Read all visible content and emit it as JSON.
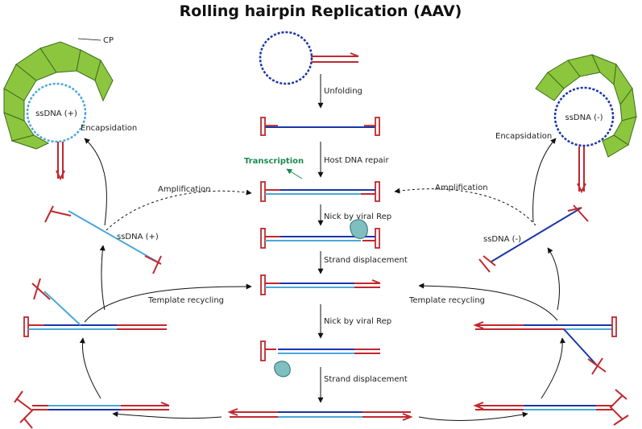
{
  "title": "Rolling hairpin Replication (AAV)",
  "labels": {
    "cp": "CP",
    "ssdna_plus_capsid": "ssDNA (+)",
    "ssdna_minus_capsid": "ssDNA (-)",
    "encapsidation_left": "Encapsidation",
    "encapsidation_right": "Encapsidation",
    "unfolding": "Unfolding",
    "host_repair": "Host DNA repair",
    "transcription": "Transcription",
    "amplification_left": "Amplification",
    "amplification_right": "Amplification",
    "nick1": "Nick by viral Rep",
    "strand_disp1": "Strand displacement",
    "nick2": "Nick by viral Rep",
    "strand_disp2": "Strand displacement",
    "template_left": "Template recycling",
    "template_right": "Template recycling",
    "ssdna_plus": "ssDNA (+)",
    "ssdna_minus": "ssDNA (-)"
  },
  "colors": {
    "dark_blue": "#1a36a8",
    "light_blue": "#4aa8d8",
    "red": "#c0282e",
    "green_capsid": "#8cc63f",
    "capsid_stroke": "#3d6b1a",
    "rep_protein": "#7fbfc0",
    "transcription_green": "#1a8a50"
  }
}
